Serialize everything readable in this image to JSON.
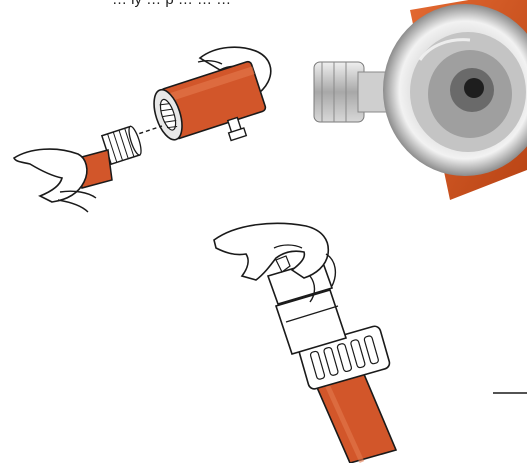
{
  "caption": {
    "text": "… ly … p … … …"
  },
  "icons": {
    "left_scene": "hands-threading-fitting-illustration",
    "right_scene": "coupler-closeup-photo",
    "bottom_scene": "hand-tightening-coupler-illustration"
  },
  "colors": {
    "hose_orange": "#d2562a",
    "hose_orange_dark": "#a83c17",
    "metal_silver": "#c8c8c8",
    "outline": "#1a1a1a",
    "background": "#ffffff"
  }
}
